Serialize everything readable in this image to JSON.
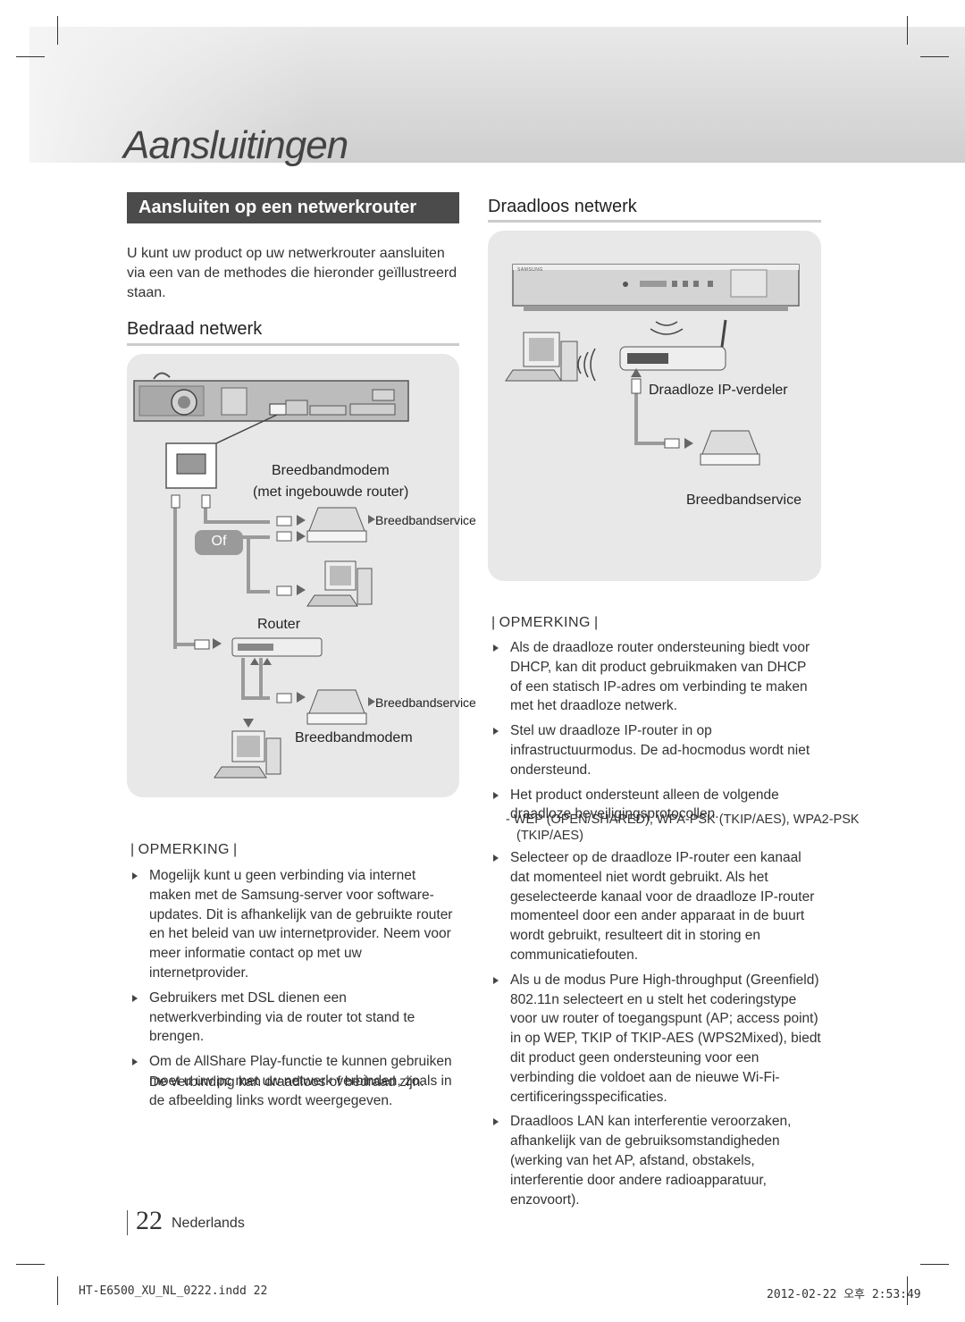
{
  "page": {
    "title": "Aansluitingen",
    "page_number": "22",
    "language": "Nederlands"
  },
  "left": {
    "section_heading": "Aansluiten op een netwerkrouter",
    "intro": "U kunt uw product op uw netwerkrouter aansluiten via een van de methodes die hieronder geïllustreerd staan.",
    "wired_heading": "Bedraad netwerk",
    "diagram": {
      "modem_label_1": "Breedbandmodem",
      "modem_label_2": "(met ingebouwde router)",
      "service_label_1": "Breedbandservice",
      "or_label": "Of",
      "router_label": "Router",
      "service_label_2": "Breedbandservice",
      "modem_label_3": "Breedbandmodem"
    },
    "note_heading": "OPMERKING",
    "notes": [
      "Mogelijk kunt u geen verbinding via internet maken met de Samsung-server voor software-updates. Dit is afhankelijk van de gebruikte router en het beleid van uw internetprovider. Neem voor meer informatie contact op met uw internetprovider.",
      "Gebruikers met DSL dienen een netwerkverbinding via de router tot stand te brengen.",
      "Om de AllShare Play-functie te kunnen gebruiken moet u uw pc met uw netwerk verbinden, zoals in de afbeelding links wordt weergegeven."
    ],
    "note_extra": "De verbinding kan draadloos of bedraad zijn."
  },
  "right": {
    "wireless_heading": "Draadloos netwerk",
    "diagram": {
      "device_brand": "SAMSUNG",
      "ap_label": "Draadloze IP-verdeler",
      "service_label": "Breedbandservice"
    },
    "note_heading": "OPMERKING",
    "notes": [
      "Als de draadloze router ondersteuning biedt voor DHCP, kan dit product gebruikmaken van DHCP of een statisch IP-adres om verbinding te maken met het draadloze netwerk.",
      "Stel uw draadloze IP-router in op infrastructuurmodus. De ad-hocmodus wordt niet ondersteund.",
      "Het product ondersteunt alleen de volgende draadloze beveiligingsprotocollen."
    ],
    "protocols_line_1": "- WEP (OPEN/SHARED), WPA-PSK (TKIP/AES), WPA2-PSK",
    "protocols_line_2": "(TKIP/AES)",
    "notes2": [
      "Selecteer op de draadloze IP-router een kanaal dat momenteel niet wordt gebruikt. Als het geselecteerde kanaal voor de draadloze IP-router momenteel door een ander apparaat in de buurt wordt gebruikt, resulteert dit in storing en communicatiefouten.",
      "Als u de modus Pure High-throughput (Greenfield) 802.11n selecteert en u stelt het coderingstype voor uw router of toegangspunt (AP; access point) in op WEP, TKIP of TKIP-AES (WPS2Mixed), biedt dit product geen ondersteuning voor een verbinding die voldoet aan de nieuwe Wi-Fi-certificeringsspecificaties.",
      "Draadloos LAN kan interferentie veroorzaken, afhankelijk van de gebruiksomstandigheden (werking van het AP, afstand, obstakels, interferentie door andere radioapparatuur, enzovoort)."
    ]
  },
  "footer": {
    "file": "HT-E6500_XU_NL_0222.indd   22",
    "date": "2012-02-22   오후 2:53:49"
  }
}
